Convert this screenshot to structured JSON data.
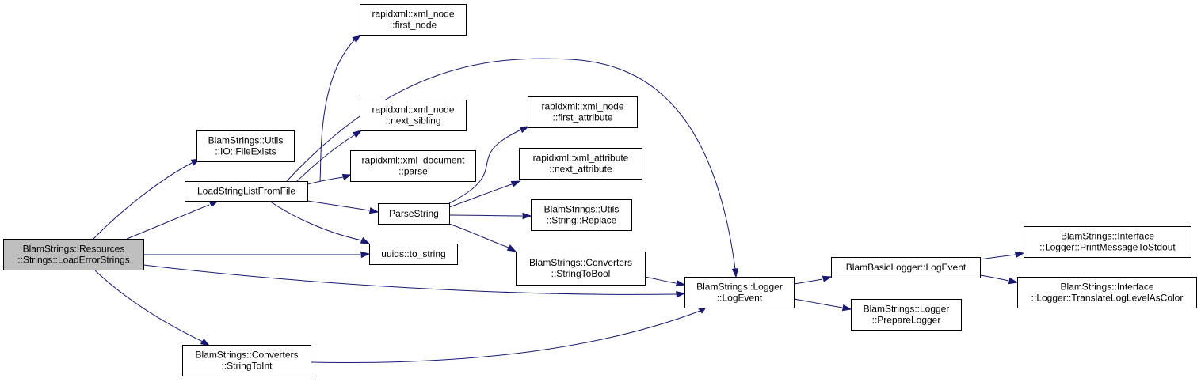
{
  "diagram": {
    "type": "call-graph",
    "colors": {
      "edge": "#191970",
      "root_fill": "#bfbfbf",
      "node_fill": "#ffffff",
      "border": "#000000"
    },
    "nodes": [
      {
        "id": "load_error_strings",
        "lines": [
          "BlamStrings::Resources",
          "::Strings::LoadErrorStrings"
        ],
        "root": true
      },
      {
        "id": "file_exists",
        "lines": [
          "BlamStrings::Utils",
          "::IO::FileExists"
        ]
      },
      {
        "id": "load_string_list",
        "lines": [
          "LoadStringListFromFile"
        ]
      },
      {
        "id": "uuids_to_string",
        "lines": [
          "uuids::to_string"
        ]
      },
      {
        "id": "string_to_int",
        "lines": [
          "BlamStrings::Converters",
          "::StringToInt"
        ]
      },
      {
        "id": "first_node",
        "lines": [
          "rapidxml::xml_node",
          "::first_node"
        ]
      },
      {
        "id": "next_sibling",
        "lines": [
          "rapidxml::xml_node",
          "::next_sibling"
        ]
      },
      {
        "id": "doc_parse",
        "lines": [
          "rapidxml::xml_document",
          "::parse"
        ]
      },
      {
        "id": "parse_string",
        "lines": [
          "ParseString"
        ]
      },
      {
        "id": "first_attribute",
        "lines": [
          "rapidxml::xml_node",
          "::first_attribute"
        ]
      },
      {
        "id": "next_attribute",
        "lines": [
          "rapidxml::xml_attribute",
          "::next_attribute"
        ]
      },
      {
        "id": "string_replace",
        "lines": [
          "BlamStrings::Utils",
          "::String::Replace"
        ]
      },
      {
        "id": "string_to_bool",
        "lines": [
          "BlamStrings::Converters",
          "::StringToBool"
        ]
      },
      {
        "id": "logger_log_event",
        "lines": [
          "BlamStrings::Logger",
          "::LogEvent"
        ]
      },
      {
        "id": "basic_logger_log_event",
        "lines": [
          "BlamBasicLogger::LogEvent"
        ]
      },
      {
        "id": "prepare_logger",
        "lines": [
          "BlamStrings::Logger",
          "::PrepareLogger"
        ]
      },
      {
        "id": "print_to_stdout",
        "lines": [
          "BlamStrings::Interface",
          "::Logger::PrintMessageToStdout"
        ]
      },
      {
        "id": "translate_color",
        "lines": [
          "BlamStrings::Interface",
          "::Logger::TranslateLogLevelAsColor"
        ]
      }
    ],
    "edges": [
      {
        "from": "load_error_strings",
        "to": "file_exists"
      },
      {
        "from": "load_error_strings",
        "to": "load_string_list"
      },
      {
        "from": "load_error_strings",
        "to": "uuids_to_string"
      },
      {
        "from": "load_error_strings",
        "to": "logger_log_event"
      },
      {
        "from": "load_error_strings",
        "to": "string_to_int"
      },
      {
        "from": "load_string_list",
        "to": "first_node"
      },
      {
        "from": "load_string_list",
        "to": "logger_log_event"
      },
      {
        "from": "load_string_list",
        "to": "next_sibling"
      },
      {
        "from": "load_string_list",
        "to": "doc_parse"
      },
      {
        "from": "load_string_list",
        "to": "parse_string"
      },
      {
        "from": "load_string_list",
        "to": "uuids_to_string"
      },
      {
        "from": "parse_string",
        "to": "first_attribute"
      },
      {
        "from": "parse_string",
        "to": "next_attribute"
      },
      {
        "from": "parse_string",
        "to": "string_replace"
      },
      {
        "from": "parse_string",
        "to": "string_to_bool"
      },
      {
        "from": "string_to_bool",
        "to": "logger_log_event"
      },
      {
        "from": "string_to_int",
        "to": "logger_log_event"
      },
      {
        "from": "logger_log_event",
        "to": "basic_logger_log_event"
      },
      {
        "from": "logger_log_event",
        "to": "prepare_logger"
      },
      {
        "from": "basic_logger_log_event",
        "to": "print_to_stdout"
      },
      {
        "from": "basic_logger_log_event",
        "to": "translate_color"
      }
    ]
  }
}
